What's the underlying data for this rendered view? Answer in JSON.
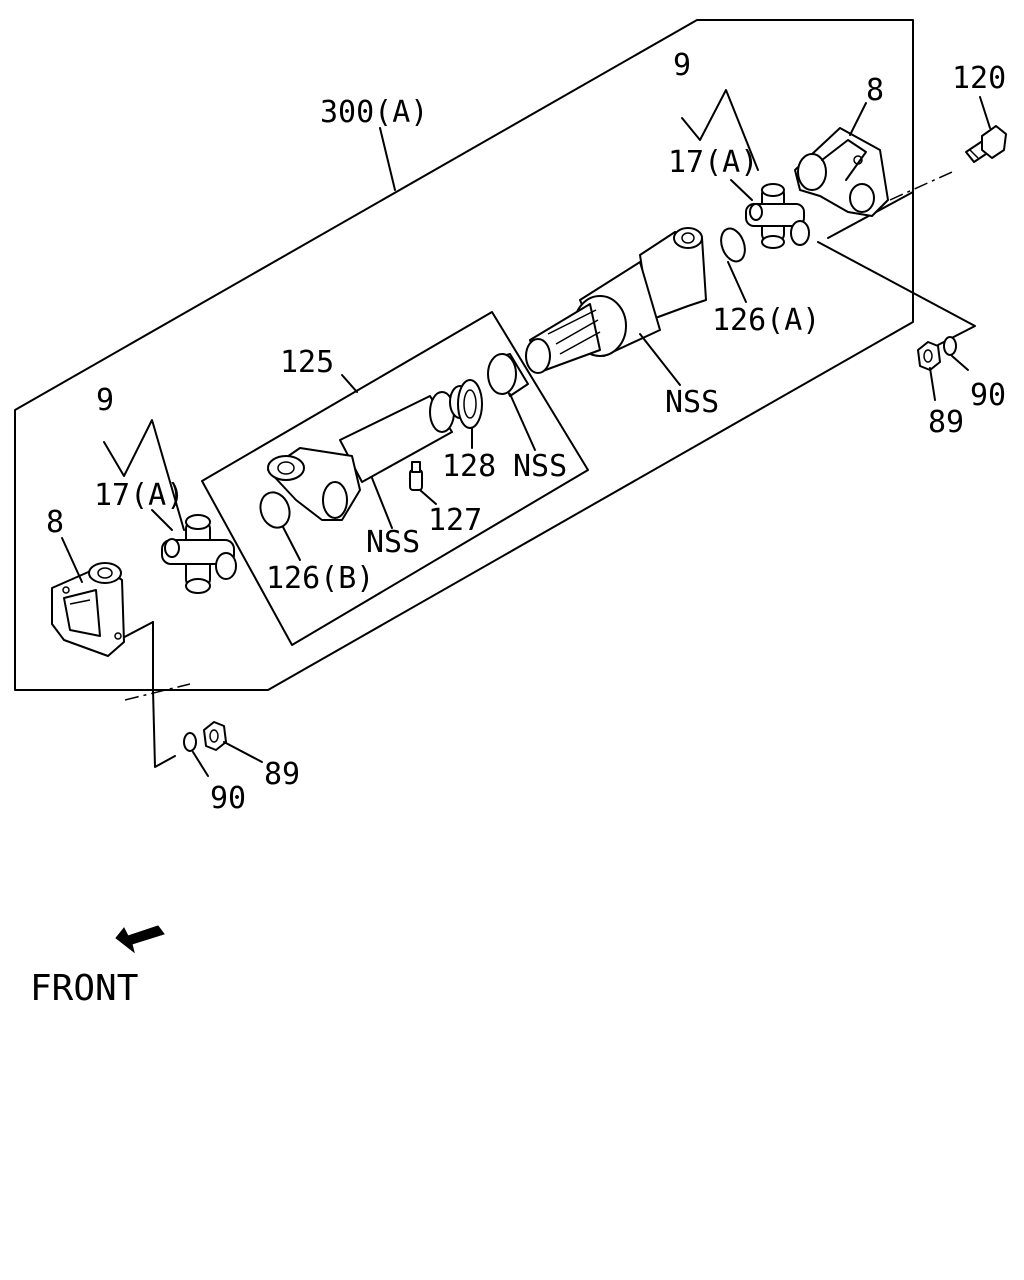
{
  "labels": {
    "assembly": "300(A)",
    "yoke_right": "8",
    "yoke_left": "8",
    "bolt": "120",
    "kit_right": "9",
    "kit_left": "9",
    "spider_right": "17(A)",
    "spider_left": "17(A)",
    "snap_ring_a": "126(A)",
    "snap_ring_b": "126(B)",
    "slip_yoke": "125",
    "tube_nss": "NSS",
    "shaft_nss": "NSS",
    "seal_nss": "NSS",
    "seal": "128",
    "grease_fitting": "127",
    "nut_right": "89",
    "washer_right": "90",
    "nut_left": "89",
    "washer_left": "90",
    "front": "FRONT"
  },
  "front_arrow_icon": "front-arrow-icon"
}
